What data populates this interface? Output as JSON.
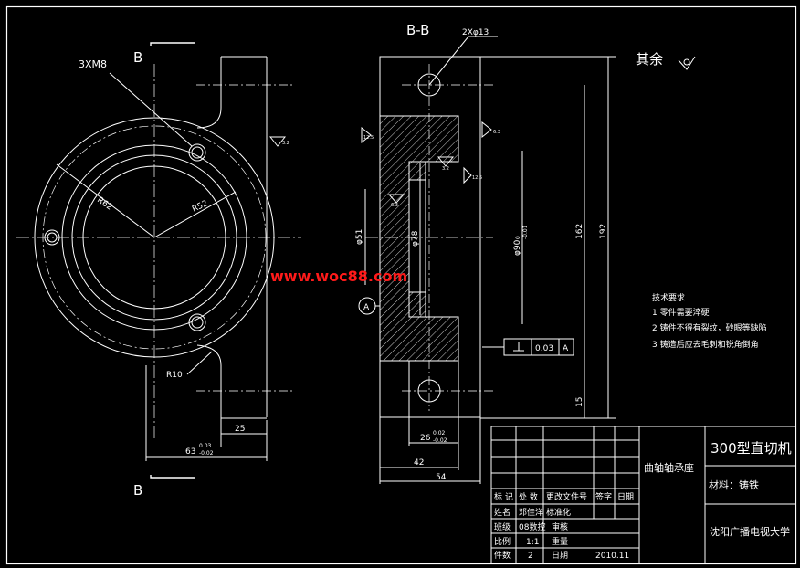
{
  "labels": {
    "section_top": "B",
    "section_bottom": "B",
    "section_title": "B-B",
    "thread": "3XM8",
    "holes": "2Xφ13",
    "r62": "R62",
    "r52": "R52",
    "r10": "R10",
    "dim25": "25",
    "dim63": "63",
    "dim63_tol_upper": "0.03",
    "dim63_tol_lower": "-0.02",
    "dim26": "26",
    "dim26_tol_upper": "0.02",
    "dim26_tol_lower": "-0.02",
    "dim42": "42",
    "dim54": "54",
    "dim51": "φ51",
    "dim78": "φ78",
    "dim90": "φ90",
    "dim90_tol_upper": "0",
    "dim90_tol_lower": "-0.01",
    "dim162": "162",
    "dim192": "192",
    "dim15": "15",
    "datum": "A",
    "gdt_value": "0.03",
    "gdt_datum": "A",
    "rough_3_2": "3.2",
    "rough_12_5": "12.5",
    "rough_6_3": "6.3",
    "rough_3_2b": "3.2",
    "rough_12_5b": "12.5",
    "rough_6_3b": "6.3",
    "rest": "其余"
  },
  "notes": {
    "title": "技术要求",
    "items": [
      "1 零件需要淬硬",
      "2 铸件不得有裂纹，砂眼等缺陷",
      "3 铸造后应去毛刺和锐角倒角"
    ]
  },
  "watermark": "www.woc88.com",
  "titleblock": {
    "product": "300型直切机",
    "part_name": "曲轴轴承座",
    "material": "材料：铸铁",
    "school": "沈阳广播电视大学",
    "h_mark": "标 记",
    "h_count": "处 数",
    "h_doc": "更改文件号",
    "h_sign": "签字",
    "h_date": "日期",
    "r1_label": "姓名",
    "r1_name": "邓佳洋",
    "r1_role": "标准化",
    "r2_label": "班级",
    "r2_val": "08数控",
    "r2_role": "审核",
    "r3_label": "比例",
    "r3_val": "1:1",
    "r3_role": "重量",
    "r4_label": "件数",
    "r4_val": "2",
    "r4_role": "日期",
    "r4_date": "2010.11"
  },
  "colors": {
    "background": "#000000",
    "line": "#ffffff",
    "watermark": "#ff1a1a"
  }
}
